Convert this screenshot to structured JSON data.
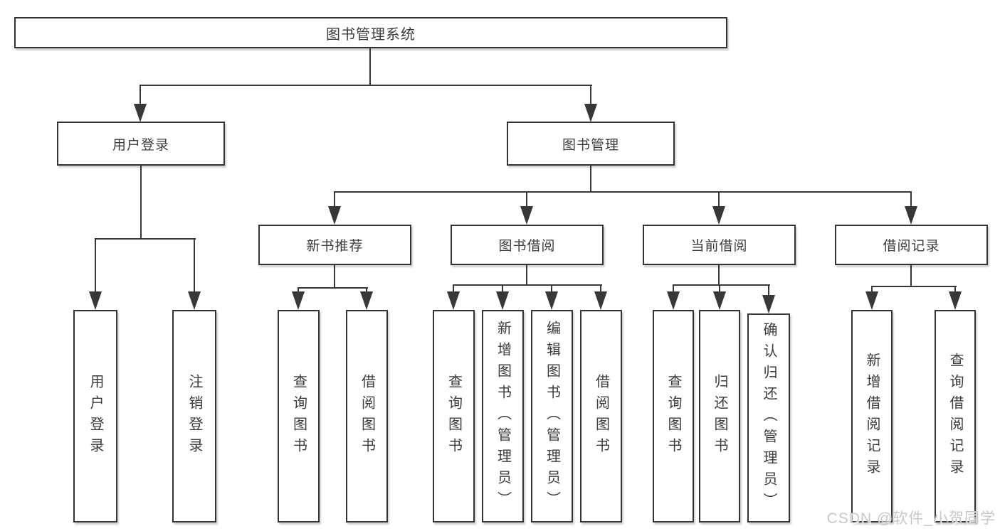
{
  "tree": {
    "root": {
      "label": "图书管理系统"
    },
    "branches": [
      {
        "label": "用户登录",
        "children": [
          "用户登录",
          "注销登录"
        ]
      },
      {
        "label": "图书管理",
        "children_groups": [
          {
            "label": "新书推荐",
            "children": [
              "查询图书",
              "借阅图书"
            ]
          },
          {
            "label": "图书借阅",
            "children": [
              "查询图书",
              "新增图书（管理员）",
              "编辑图书（管理员）",
              "借阅图书"
            ]
          },
          {
            "label": "当前借阅",
            "children": [
              "查询图书",
              "归还图书",
              "确认归还（管理员）"
            ]
          },
          {
            "label": "借阅记录",
            "children": [
              "新增借阅记录",
              "查询借阅记录"
            ]
          }
        ]
      }
    ]
  },
  "watermark": "CSDN @软件_小贺同学",
  "colors": {
    "line": "#383838",
    "box_border": "#333333",
    "text": "#3c3c3c",
    "watermark": "#c7c7c7",
    "background": "#ffffff"
  }
}
